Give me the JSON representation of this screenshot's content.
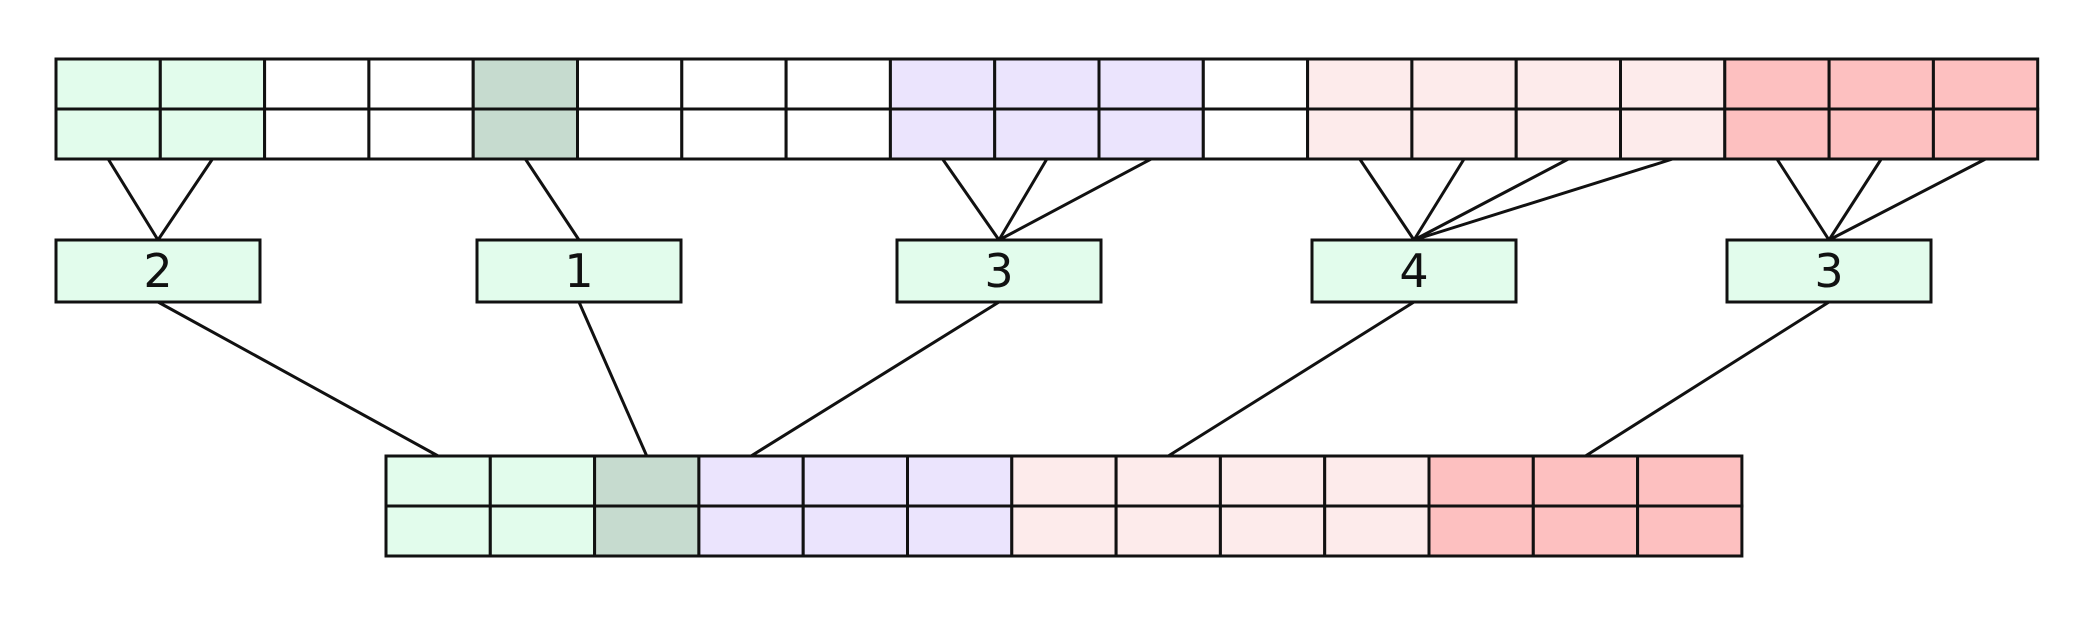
{
  "palette": {
    "empty": "#ffffff",
    "mint": "#e2fcec",
    "sage": "#c6dbcf",
    "lavender": "#ebe4fd",
    "blush": "#fdebeb",
    "rose": "#fdc0c0"
  },
  "source_row": {
    "rows": 2,
    "column_colors": [
      "mint",
      "mint",
      "empty",
      "empty",
      "sage",
      "empty",
      "empty",
      "empty",
      "lavender",
      "lavender",
      "lavender",
      "empty",
      "blush",
      "blush",
      "blush",
      "blush",
      "rose",
      "rose",
      "rose"
    ]
  },
  "groups": [
    {
      "count": "2",
      "fill": "mint",
      "source_columns": [
        0,
        1
      ],
      "target_column": 0
    },
    {
      "count": "1",
      "fill": "mint",
      "source_columns": [
        4
      ],
      "target_column": 2
    },
    {
      "count": "3",
      "fill": "mint",
      "source_columns": [
        8,
        9,
        10
      ],
      "target_column": 3
    },
    {
      "count": "4",
      "fill": "mint",
      "source_columns": [
        12,
        13,
        14,
        15
      ],
      "target_column": 7
    },
    {
      "count": "3",
      "fill": "mint",
      "source_columns": [
        16,
        17,
        18
      ],
      "target_column": 11
    }
  ],
  "target_row": {
    "rows": 2,
    "column_colors": [
      "mint",
      "mint",
      "sage",
      "lavender",
      "lavender",
      "lavender",
      "blush",
      "blush",
      "blush",
      "blush",
      "rose",
      "rose",
      "rose"
    ]
  }
}
